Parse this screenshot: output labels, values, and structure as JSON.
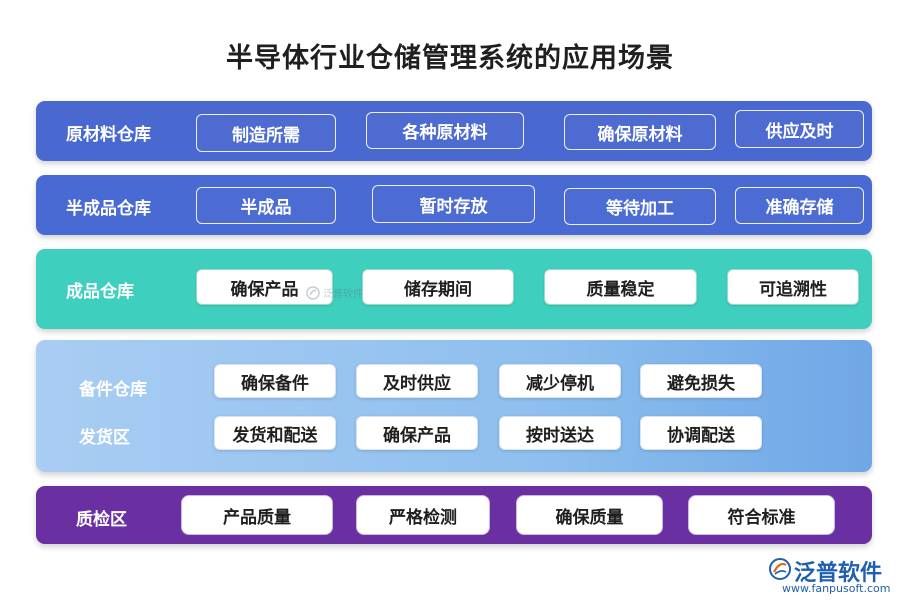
{
  "title": "半导体行业仓储管理系统的应用场景",
  "bands": [
    {
      "label": "原材料仓库",
      "items": [
        "制造所需",
        "各种原材料",
        "确保原材料",
        "供应及时"
      ]
    },
    {
      "label": "半成品仓库",
      "items": [
        "半成品",
        "暂时存放",
        "等待加工",
        "准确存储"
      ]
    },
    {
      "label": "成品仓库",
      "items": [
        "确保产品",
        "储存期间",
        "质量稳定",
        "可追溯性"
      ]
    },
    {
      "label_a": "备件仓库",
      "items_a": [
        "确保备件",
        "及时供应",
        "减少停机",
        "避免损失"
      ],
      "label_b": "发货区",
      "items_b": [
        "发货和配送",
        "确保产品",
        "按时送达",
        "协调配送"
      ]
    },
    {
      "label": "质检区",
      "items": [
        "产品质量",
        "严格检测",
        "确保质量",
        "符合标准"
      ]
    }
  ],
  "watermark": "泛普软件",
  "logo": {
    "name": "泛普软件",
    "url": "www.fanpusoft.com"
  },
  "colors": {
    "band1": "#4a69d0",
    "band2": "#4a6ad3",
    "band3": "#3ecfbf",
    "band4": "#8ebfee",
    "band5": "#6a2fa0"
  }
}
